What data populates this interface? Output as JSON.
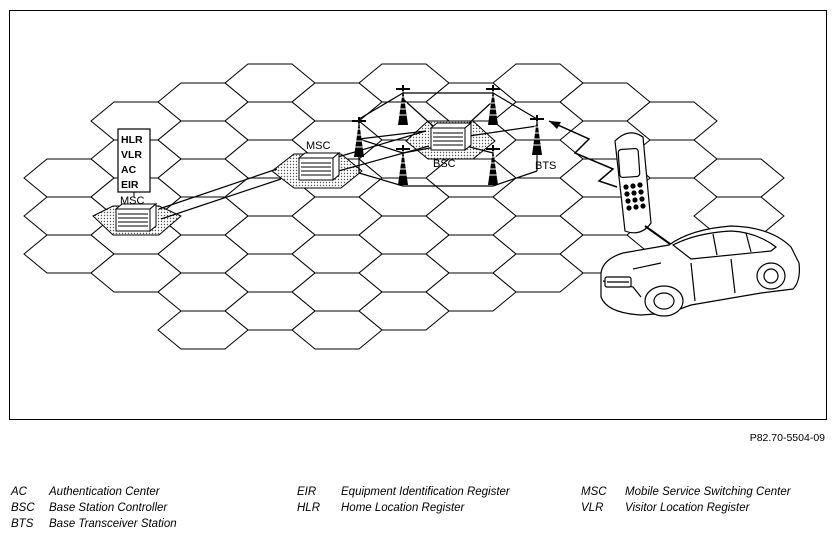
{
  "diagram": {
    "labels": {
      "msc_left": "MSC",
      "msc_center": "MSC",
      "bsc": "BSC",
      "bts": "BTS",
      "registers": [
        "HLR",
        "VLR",
        "AC",
        "EIR"
      ]
    }
  },
  "figure_ref": "P82.70-5504-09",
  "legend": [
    {
      "abbr": "AC",
      "text": "Authentication Center"
    },
    {
      "abbr": "BSC",
      "text": "Base Station Controller"
    },
    {
      "abbr": "BTS",
      "text": "Base Transceiver Station"
    },
    {
      "abbr": "EIR",
      "text": "Equipment Identification Register"
    },
    {
      "abbr": "HLR",
      "text": "Home Location Register"
    },
    {
      "abbr": "MSC",
      "text": "Mobile Service Switching Center"
    },
    {
      "abbr": "VLR",
      "text": "Visitor Location Register"
    }
  ],
  "colors": {
    "line": "#000000",
    "dots": "#8a8a8a",
    "background": "#ffffff"
  }
}
